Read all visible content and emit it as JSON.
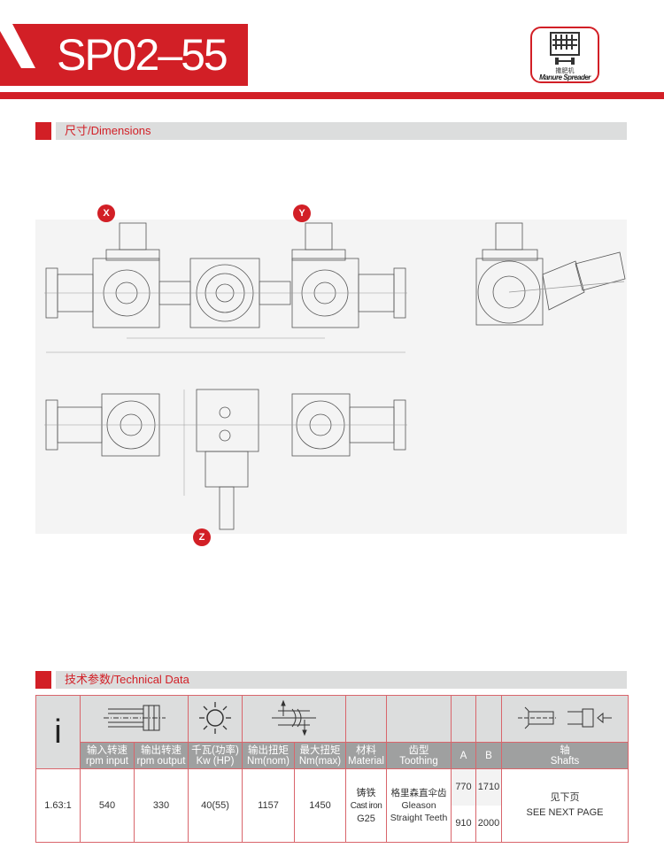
{
  "header": {
    "title": "SP02–55",
    "logo_cn": "撒肥机",
    "logo_en": "Manure Spreader"
  },
  "sections": {
    "dimensions": "尺寸/Dimensions",
    "technical": "技术参数/Technical Data"
  },
  "drawing": {
    "markers": [
      "X",
      "Y",
      "Z"
    ]
  },
  "table": {
    "ratio_symbol": "i",
    "headers": [
      {
        "cn": "输入转速",
        "en": "rpm input"
      },
      {
        "cn": "输出转速",
        "en": "rpm output"
      },
      {
        "cn": "千瓦(功率)",
        "en": "Kw (HP)"
      },
      {
        "cn": "输出扭矩",
        "en": "Nm(nom)"
      },
      {
        "cn": "最大扭矩",
        "en": "Nm(max)"
      },
      {
        "cn": "材料",
        "en": "Material"
      },
      {
        "cn": "齿型",
        "en": "Toothing"
      },
      {
        "en": "A"
      },
      {
        "en": "B"
      },
      {
        "cn": "轴",
        "en": "Shafts"
      }
    ],
    "row": {
      "ratio": "1.63:1",
      "rpm_input": "540",
      "rpm_output": "330",
      "kw_hp": "40(55)",
      "nm_nom": "1157",
      "nm_max": "1450",
      "material_cn": "铸铁",
      "material_en": "Cast iron",
      "material_grade": "G25",
      "toothing_cn": "格里森直伞齿",
      "toothing_en1": "Gleason",
      "toothing_en2": "Straight Teeth",
      "a1": "770",
      "b1": "1710",
      "a2": "910",
      "b2": "2000",
      "shafts_cn": "见下页",
      "shafts_en": "SEE NEXT PAGE"
    }
  }
}
